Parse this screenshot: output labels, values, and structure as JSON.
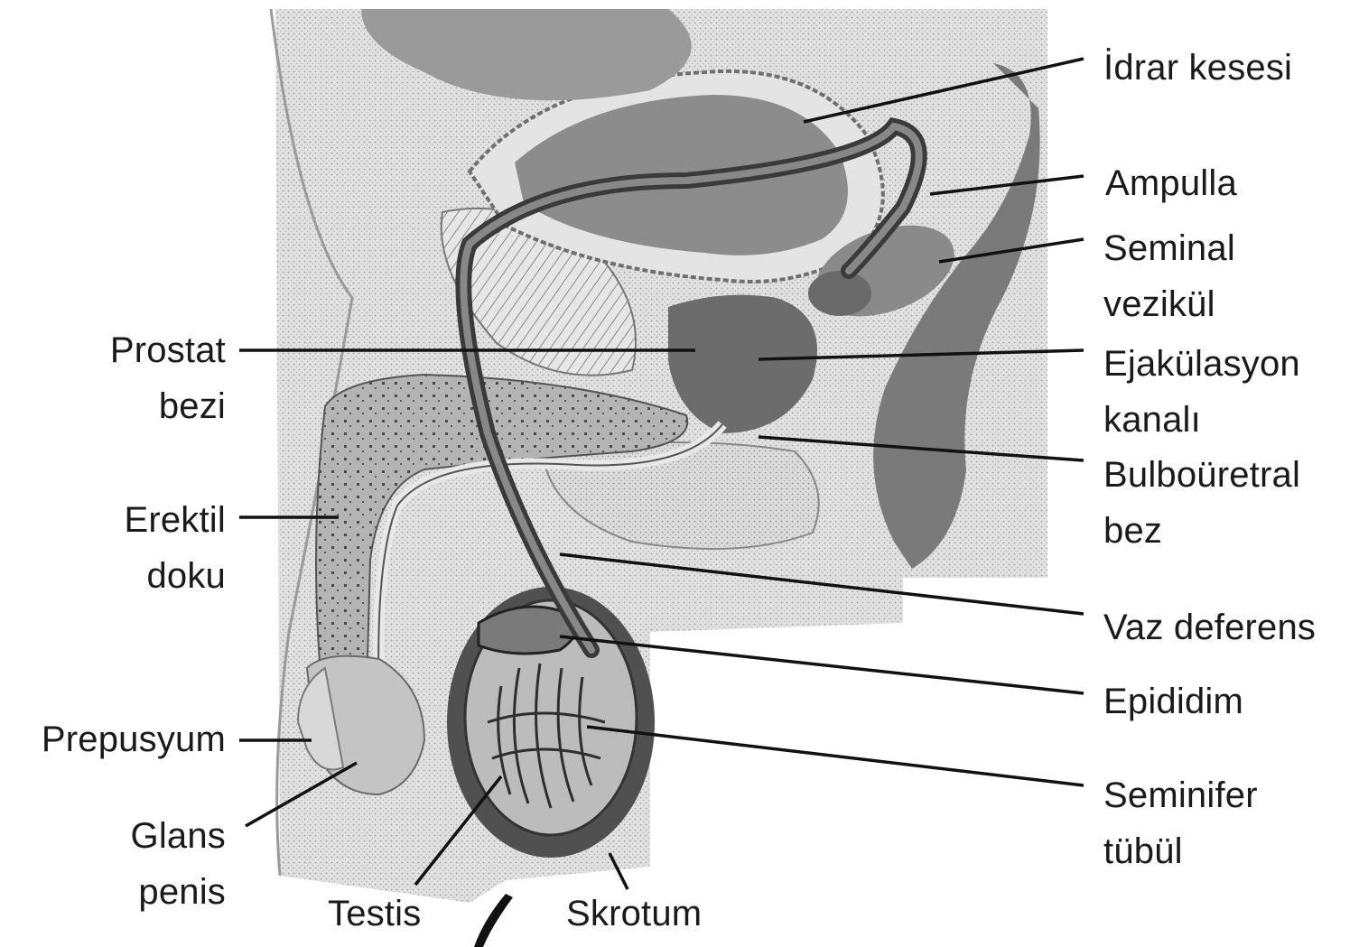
{
  "labels": {
    "idrar_kesesi": [
      "İdrar kesesi"
    ],
    "ampulla": [
      "Ampulla"
    ],
    "seminal_vezikul": [
      "Seminal",
      "vezikül"
    ],
    "ejakulasyon_kanali": [
      "Ejakülasyon",
      "kanalı"
    ],
    "bulbouretral_bez": [
      "Bulboüretral",
      "bez"
    ],
    "vaz_deferens": [
      "Vaz deferens"
    ],
    "epididim": [
      "Epididim"
    ],
    "seminifer_tubul": [
      "Seminifer",
      "tübül"
    ],
    "prostat_bezi": [
      "Prostat",
      "bezi"
    ],
    "erektil_doku": [
      "Erektil",
      "doku"
    ],
    "prepusyum": [
      "Prepusyum"
    ],
    "glans_penis": [
      "Glans",
      "penis"
    ],
    "testis": [
      "Testis"
    ],
    "skrotum": [
      "Skrotum"
    ]
  },
  "colors": {
    "ink": "#1a1a1a",
    "dark_tissue": "#6e6e6e",
    "mid_tissue": "#a9a9a9",
    "light_tissue": "#d2d2d2",
    "background": "#ffffff"
  }
}
